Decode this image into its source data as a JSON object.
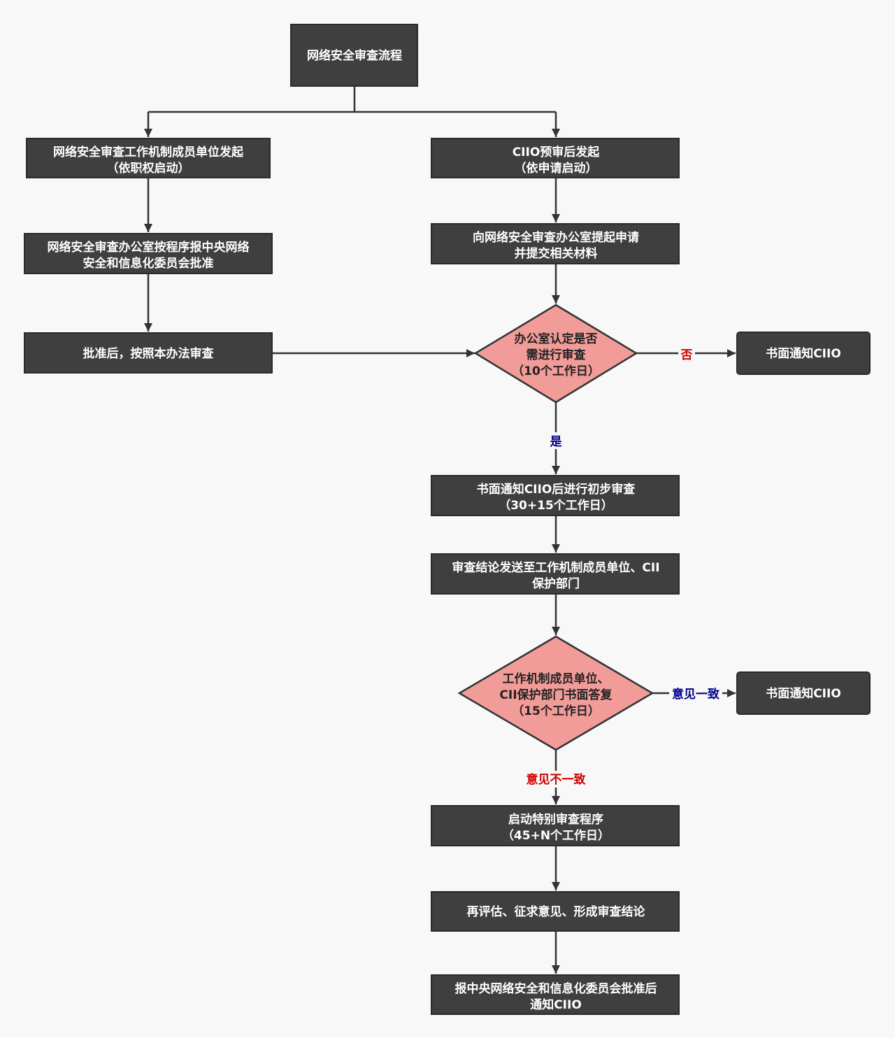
{
  "title": "网络安全审查流程",
  "nodes": {
    "start_official": [
      "网络安全审查工作机制成员单位发起",
      "（依职权启动）"
    ],
    "start_application": [
      "CIIO预审后发起",
      "（依申请启动）"
    ],
    "office_report": [
      "网络安全审查办公室按程序报中央网络",
      "安全和信息化委员会批准"
    ],
    "submit_application": [
      "向网络安全审查办公室提起申请",
      "并提交相关材料"
    ],
    "approved_review": [
      "批准后，按照本办法审查"
    ],
    "decision_need_review": [
      "办公室认定是否",
      "需进行审查",
      "（10个工作日）"
    ],
    "notify_ciio_1": [
      "书面通知CIIO"
    ],
    "initial_review": [
      "书面通知CIIO后进行初步审查",
      "（30+15个工作日）"
    ],
    "send_conclusion": [
      "审查结论发送至工作机制成员单位、CII",
      "保护部门"
    ],
    "decision_reply": [
      "工作机制成员单位、",
      "CII保护部门书面答复",
      "（15个工作日）"
    ],
    "notify_ciio_2": [
      "书面通知CIIO"
    ],
    "special_review": [
      "启动特别审查程序",
      "（45+N个工作日）"
    ],
    "reassess": [
      "再评估、征求意见、形成审查结论"
    ],
    "final_report": [
      "报中央网络安全和信息化委员会批准后",
      "通知CIIO"
    ]
  },
  "edge_labels": {
    "no": "否",
    "yes": "是",
    "agree": "意见一致",
    "disagree": "意见不一致"
  },
  "colors": {
    "box_fill": "#3f3f3f",
    "box_stroke": "#2a2a2a",
    "decision_fill": "#f19c99",
    "decision_stroke": "#333333",
    "line": "#333333",
    "label_red": "#cc0000",
    "label_blue": "#00008b",
    "background": "#f8f8f8"
  }
}
